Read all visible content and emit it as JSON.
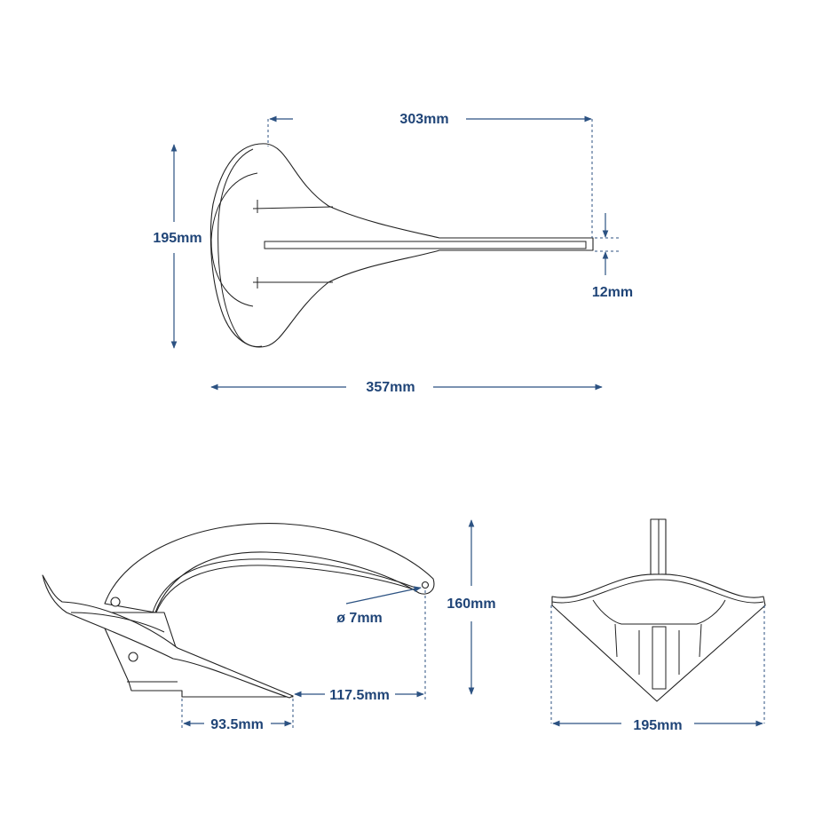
{
  "colors": {
    "dimension": "#1f4477",
    "outline": "#222222"
  },
  "top_view": {
    "shank_length": "303mm",
    "height": "195mm",
    "shank_thickness": "12mm",
    "overall_length": "357mm"
  },
  "side_view": {
    "hole_diameter": "ø 7mm",
    "height": "160mm",
    "fluke_to_hole": "117.5mm",
    "fluke_base": "93.5mm"
  },
  "front_view": {
    "width": "195mm"
  }
}
